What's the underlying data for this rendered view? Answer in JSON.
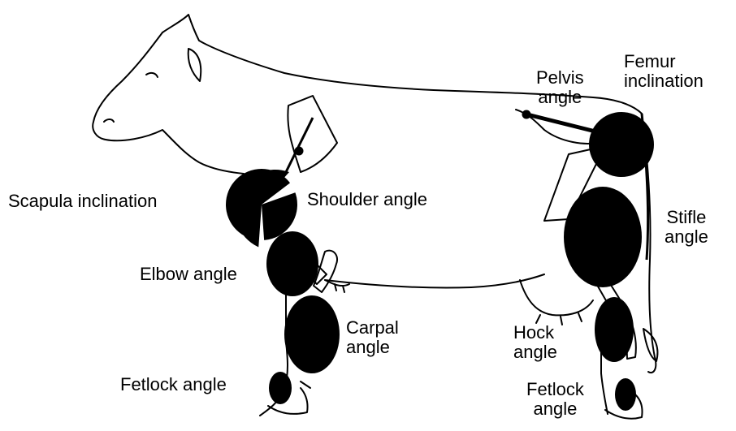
{
  "figure": {
    "labels": {
      "scapula_inclination": "Scapula inclination",
      "shoulder_angle": "Shoulder angle",
      "elbow_angle": "Elbow angle",
      "carpal_angle_l1": "Carpal",
      "carpal_angle_l2": "angle",
      "fetlock_angle_front": "Fetlock angle",
      "pelvis_angle_l1": "Pelvis",
      "pelvis_angle_l2": "angle",
      "femur_inclination_l1": "Femur",
      "femur_inclination_l2": "inclination",
      "stifle_angle_l1": "Stifle",
      "stifle_angle_l2": "angle",
      "hock_angle_l1": "Hock",
      "hock_angle_l2": "angle",
      "fetlock_angle_rear_l1": "Fetlock",
      "fetlock_angle_rear_l2": "angle"
    },
    "colors": {
      "ink": "#000000",
      "paper": "#ffffff"
    }
  }
}
